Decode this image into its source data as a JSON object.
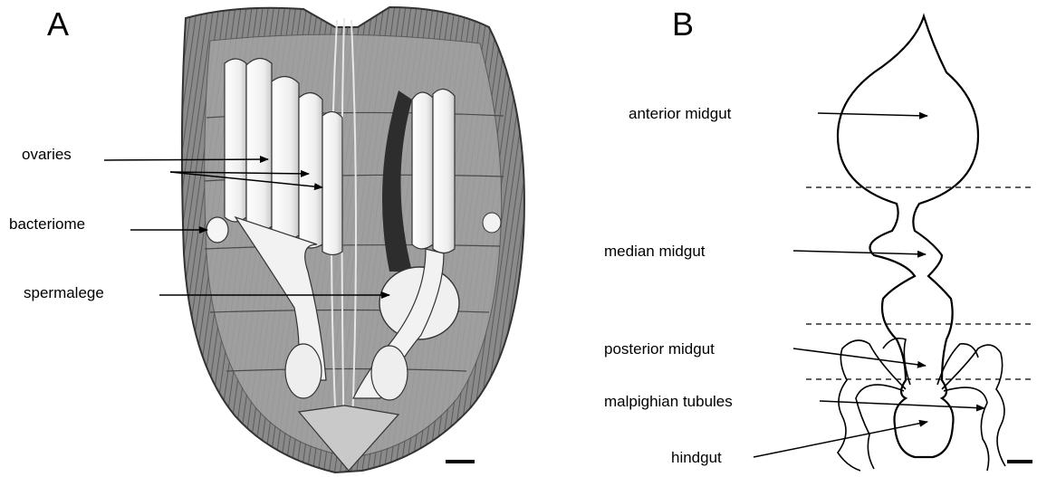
{
  "panels": {
    "a": {
      "letter": "A",
      "labels": {
        "ovaries": "ovaries",
        "bacteriome": "bacteriome",
        "spermalege": "spermalege"
      }
    },
    "b": {
      "letter": "B",
      "labels": {
        "anterior_midgut": "anterior midgut",
        "median_midgut": "median midgut",
        "posterior_midgut": "posterior midgut",
        "malpighian_tubules": "malpighian tubules",
        "hindgut": "hindgut"
      }
    }
  }
}
